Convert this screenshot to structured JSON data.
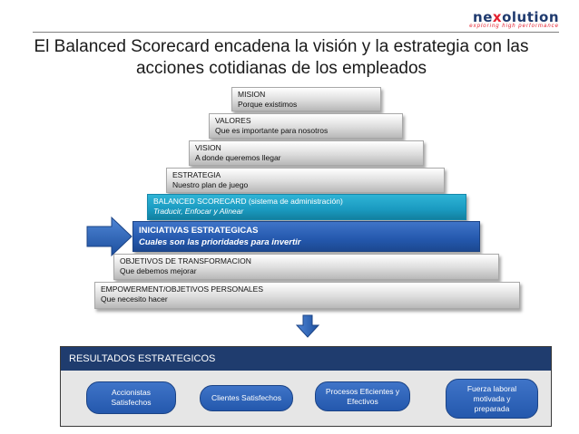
{
  "logo": {
    "prefix": "ne",
    "x": "x",
    "suffix": "olution",
    "tagline": "exploring high performance"
  },
  "title": "El Balanced Scorecard encadena la visión y la estrategia con las acciones cotidianas de los empleados",
  "pyramid": [
    {
      "line1": "MISION",
      "line2": "Porque existimos"
    },
    {
      "line1": "VALORES",
      "line2": "Que es importante para nosotros"
    },
    {
      "line1": "VISION",
      "line2": "A donde queremos llegar"
    },
    {
      "line1": "ESTRATEGIA",
      "line2": "Nuestro plan de juego"
    },
    {
      "line1": "BALANCED SCORECARD (sistema de administración)",
      "line2": "Traducir, Enfocar y Alinear"
    },
    {
      "line1": "INICIATIVAS ESTRATEGICAS",
      "line2": "Cuales son las prioridades para invertir"
    },
    {
      "line1": "OBJETIVOS DE TRANSFORMACION",
      "line2": "Que debemos mejorar"
    },
    {
      "line1": "EMPOWERMENT/OBJETIVOS PERSONALES",
      "line2": "Que necesito hacer"
    }
  ],
  "results": {
    "header": "RESULTADOS ESTRATEGICOS",
    "items": [
      "Accionistas\nSatisfechos",
      "Clientes  Satisfechos",
      "Procesos Eficientes y\nEfectivos",
      "Fuerza laboral\nmotivada y\npreparada"
    ]
  },
  "colors": {
    "navy": "#1f3c6e",
    "blue": "#2458ad",
    "cyan": "#1a9ac0",
    "logo_red": "#e4202f"
  },
  "icons": [
    "right-arrow-icon",
    "down-arrow-icon"
  ]
}
